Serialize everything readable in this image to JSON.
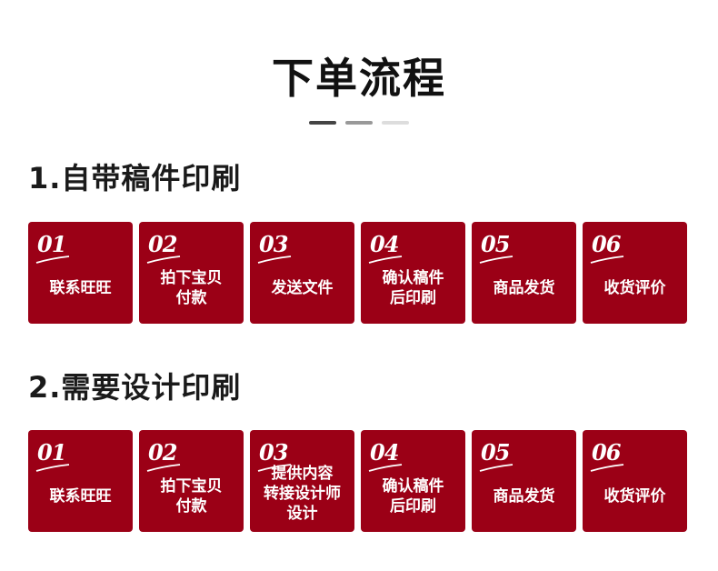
{
  "title": "下单流程",
  "colors": {
    "card_bg": "#9b0016",
    "dash_dark": "#444444",
    "dash_mid": "#999999",
    "dash_light": "#dddddd"
  },
  "section1": {
    "heading": "1.自带稿件印刷",
    "steps": [
      {
        "num": "01",
        "label": "联系旺旺"
      },
      {
        "num": "02",
        "label": "拍下宝贝\n付款"
      },
      {
        "num": "03",
        "label": "发送文件"
      },
      {
        "num": "04",
        "label": "确认稿件\n后印刷"
      },
      {
        "num": "05",
        "label": "商品发货"
      },
      {
        "num": "06",
        "label": "收货评价"
      }
    ]
  },
  "section2": {
    "heading": "2.需要设计印刷",
    "steps": [
      {
        "num": "01",
        "label": "联系旺旺"
      },
      {
        "num": "02",
        "label": "拍下宝贝\n付款"
      },
      {
        "num": "03",
        "label": "提供内容\n转接设计师\n设计"
      },
      {
        "num": "04",
        "label": "确认稿件\n后印刷"
      },
      {
        "num": "05",
        "label": "商品发货"
      },
      {
        "num": "06",
        "label": "收货评价"
      }
    ]
  }
}
